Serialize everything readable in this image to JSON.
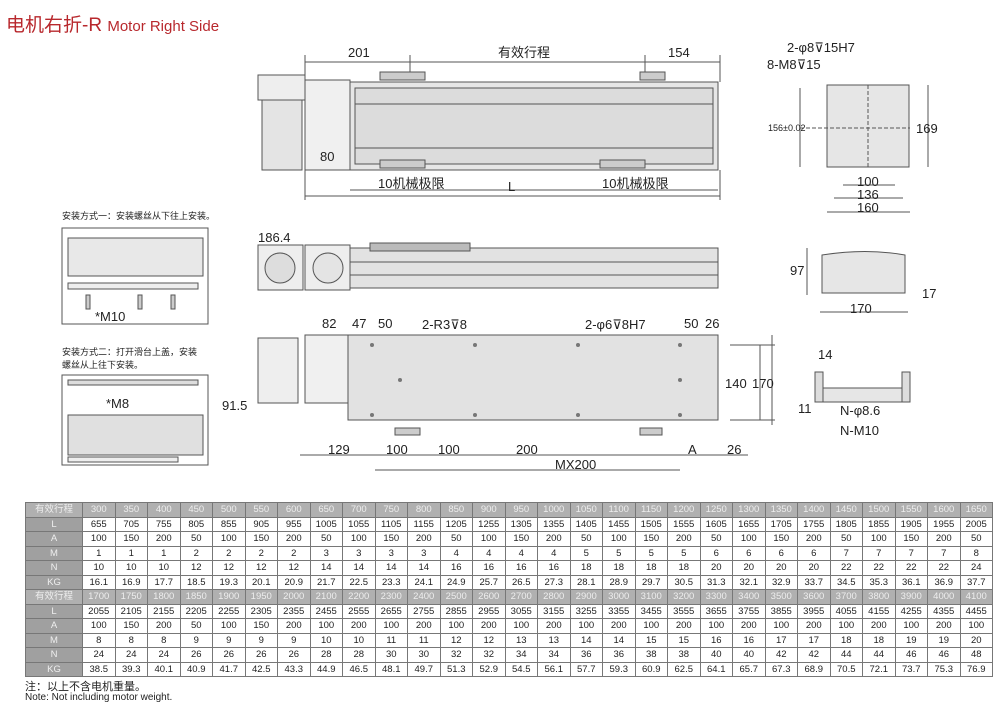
{
  "title": {
    "cn": "电机右折-R",
    "en": "Motor Right Side"
  },
  "top_view": {
    "d201": "201",
    "stroke": "有效行程",
    "d154": "154",
    "d80": "80",
    "limit_left": "10机械极限",
    "L": "L",
    "limit_right": "10机械极限"
  },
  "front_view": {
    "d186_4": "186.4"
  },
  "bottom_view": {
    "d82": "82",
    "d47": "47",
    "d50a": "50",
    "r3": "2-R3⊽8",
    "phi6": "2-φ6⊽8H7",
    "d50b": "50",
    "d26a": "26",
    "d140": "140",
    "d170": "170",
    "d91_5": "91.5",
    "d129": "129",
    "d100a": "100",
    "d100b": "100",
    "d200": "200",
    "A": "A",
    "d26b": "26",
    "mx200": "MX200"
  },
  "end_view": {
    "phi8": "2-φ8⊽15H7",
    "m8": "8-M8⊽15",
    "tol": "156±0.02",
    "d169": "169",
    "d100": "100",
    "d136": "136",
    "d160": "160"
  },
  "side_view": {
    "d97": "97",
    "d170": "170",
    "d17": "17"
  },
  "slide_view": {
    "d14": "14",
    "d11": "11",
    "phi86": "N-φ8.6",
    "m10": "N-M10"
  },
  "install": {
    "method1": "安装方式一：安装螺丝从下往上安装。",
    "m10": "*M10",
    "method2_l1": "安装方式二：打开滑台上盖，安装",
    "method2_l2": "螺丝从上往下安装。",
    "m8": "*M8"
  },
  "table": {
    "labels": [
      "有效行程",
      "L",
      "A",
      "M",
      "N",
      "KG"
    ],
    "blocks": [
      {
        "stroke": [
          "300",
          "350",
          "400",
          "450",
          "500",
          "550",
          "600",
          "650",
          "700",
          "750",
          "800",
          "850",
          "900",
          "950",
          "1000",
          "1050",
          "1100",
          "1150",
          "1200",
          "1250",
          "1300",
          "1350",
          "1400",
          "1450",
          "1500",
          "1550",
          "1600",
          "1650"
        ],
        "L": [
          "655",
          "705",
          "755",
          "805",
          "855",
          "905",
          "955",
          "1005",
          "1055",
          "1105",
          "1155",
          "1205",
          "1255",
          "1305",
          "1355",
          "1405",
          "1455",
          "1505",
          "1555",
          "1605",
          "1655",
          "1705",
          "1755",
          "1805",
          "1855",
          "1905",
          "1955",
          "2005"
        ],
        "A": [
          "100",
          "150",
          "200",
          "50",
          "100",
          "150",
          "200",
          "50",
          "100",
          "150",
          "200",
          "50",
          "100",
          "150",
          "200",
          "50",
          "100",
          "150",
          "200",
          "50",
          "100",
          "150",
          "200",
          "50",
          "100",
          "150",
          "200",
          "50"
        ],
        "M": [
          "1",
          "1",
          "1",
          "2",
          "2",
          "2",
          "2",
          "3",
          "3",
          "3",
          "3",
          "4",
          "4",
          "4",
          "4",
          "5",
          "5",
          "5",
          "5",
          "6",
          "6",
          "6",
          "6",
          "7",
          "7",
          "7",
          "7",
          "8"
        ],
        "N": [
          "10",
          "10",
          "10",
          "12",
          "12",
          "12",
          "12",
          "14",
          "14",
          "14",
          "14",
          "16",
          "16",
          "16",
          "16",
          "18",
          "18",
          "18",
          "18",
          "20",
          "20",
          "20",
          "20",
          "22",
          "22",
          "22",
          "22",
          "24"
        ],
        "KG": [
          "16.1",
          "16.9",
          "17.7",
          "18.5",
          "19.3",
          "20.1",
          "20.9",
          "21.7",
          "22.5",
          "23.3",
          "24.1",
          "24.9",
          "25.7",
          "26.5",
          "27.3",
          "28.1",
          "28.9",
          "29.7",
          "30.5",
          "31.3",
          "32.1",
          "32.9",
          "33.7",
          "34.5",
          "35.3",
          "36.1",
          "36.9",
          "37.7"
        ]
      },
      {
        "stroke": [
          "1700",
          "1750",
          "1800",
          "1850",
          "1900",
          "1950",
          "2000",
          "2100",
          "2200",
          "2300",
          "2400",
          "2500",
          "2600",
          "2700",
          "2800",
          "2900",
          "3000",
          "3100",
          "3200",
          "3300",
          "3400",
          "3500",
          "3600",
          "3700",
          "3800",
          "3900",
          "4000",
          "4100"
        ],
        "L": [
          "2055",
          "2105",
          "2155",
          "2205",
          "2255",
          "2305",
          "2355",
          "2455",
          "2555",
          "2655",
          "2755",
          "2855",
          "2955",
          "3055",
          "3155",
          "3255",
          "3355",
          "3455",
          "3555",
          "3655",
          "3755",
          "3855",
          "3955",
          "4055",
          "4155",
          "4255",
          "4355",
          "4455"
        ],
        "A": [
          "100",
          "150",
          "200",
          "50",
          "100",
          "150",
          "200",
          "100",
          "200",
          "100",
          "200",
          "100",
          "200",
          "100",
          "200",
          "100",
          "200",
          "100",
          "200",
          "100",
          "200",
          "100",
          "200",
          "100",
          "200",
          "100",
          "200",
          "100"
        ],
        "M": [
          "8",
          "8",
          "8",
          "9",
          "9",
          "9",
          "9",
          "10",
          "10",
          "11",
          "11",
          "12",
          "12",
          "13",
          "13",
          "14",
          "14",
          "15",
          "15",
          "16",
          "16",
          "17",
          "17",
          "18",
          "18",
          "19",
          "19",
          "20"
        ],
        "N": [
          "24",
          "24",
          "24",
          "26",
          "26",
          "26",
          "26",
          "28",
          "28",
          "30",
          "30",
          "32",
          "32",
          "34",
          "34",
          "36",
          "36",
          "38",
          "38",
          "40",
          "40",
          "42",
          "42",
          "44",
          "44",
          "46",
          "46",
          "48"
        ],
        "KG": [
          "38.5",
          "39.3",
          "40.1",
          "40.9",
          "41.7",
          "42.5",
          "43.3",
          "44.9",
          "46.5",
          "48.1",
          "49.7",
          "51.3",
          "52.9",
          "54.5",
          "56.1",
          "57.7",
          "59.3",
          "60.9",
          "62.5",
          "64.1",
          "65.7",
          "67.3",
          "68.9",
          "70.5",
          "72.1",
          "73.7",
          "75.3",
          "76.9"
        ]
      }
    ]
  },
  "notes": {
    "cn": "注：以上不含电机重量。",
    "en": "Note: Not including motor weight."
  }
}
